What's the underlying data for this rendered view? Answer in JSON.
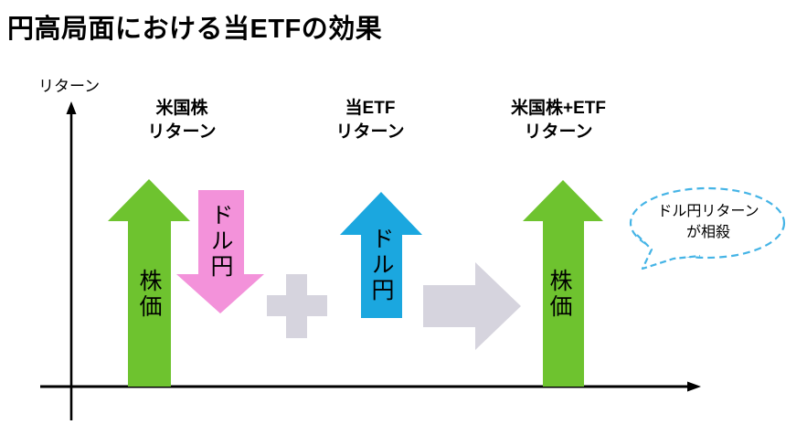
{
  "title": "円高局面における当ETFの効果",
  "axis": {
    "y_label": "リターン"
  },
  "columns": [
    {
      "line1": "米国株",
      "line2": "リターン"
    },
    {
      "line1": "当ETF",
      "line2": "リターン"
    },
    {
      "line1": "米国株+ETF",
      "line2": "リターン"
    }
  ],
  "arrows": {
    "us_stock_up_label": "株価",
    "usdjpy_down_label": "ドル円",
    "etf_usdjpy_up_label": "ドル円",
    "combined_stock_up_label": "株価"
  },
  "bubble": {
    "line1": "ドル円リターン",
    "line2": "が相殺"
  },
  "colors": {
    "green": "#6EC32F",
    "pink": "#F392DA",
    "blue": "#1BA7DF",
    "gray": "#D6D4DE",
    "bubble_border": "#45B4E6",
    "axis": "#000000"
  }
}
